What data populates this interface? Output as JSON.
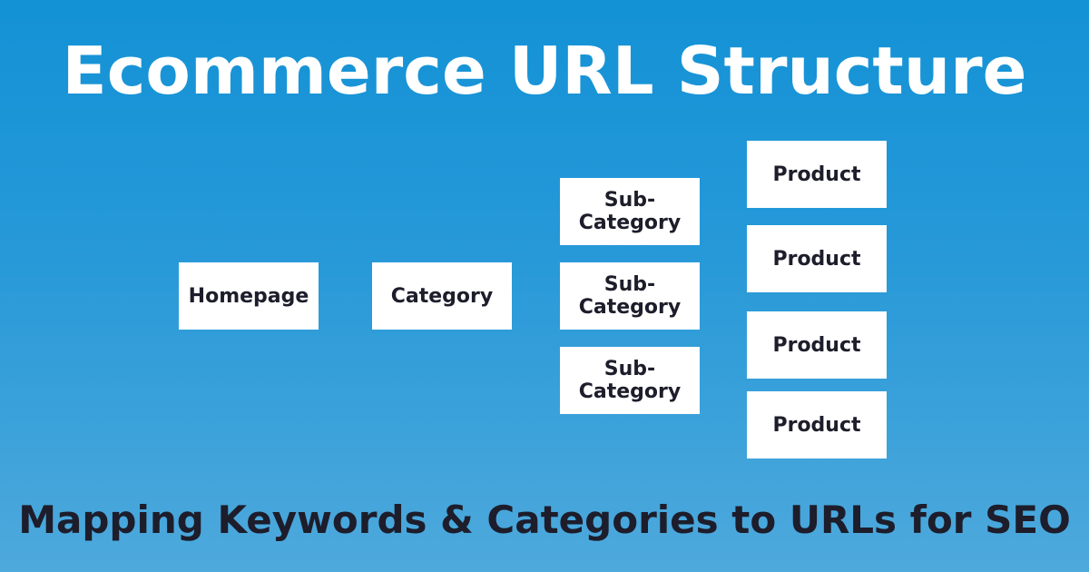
{
  "title": "Ecommerce URL Structure",
  "subtitle": "Mapping Keywords & Categories to URLs for SEO",
  "nodes": {
    "homepage": "Homepage",
    "category": "Category",
    "subcategories": [
      {
        "line1": "Sub-",
        "line2": "Category"
      },
      {
        "line1": "Sub-",
        "line2": "Category"
      },
      {
        "line1": "Sub-",
        "line2": "Category"
      }
    ],
    "products": [
      "Product",
      "Product",
      "Product",
      "Product"
    ]
  },
  "colors": {
    "background_top": "#1392d6",
    "background_bottom": "#4ea9dc",
    "title_text": "#ffffff",
    "subtitle_text": "#1d1d2b",
    "node_fill": "#ffffff",
    "node_text": "#1d1d2b"
  }
}
